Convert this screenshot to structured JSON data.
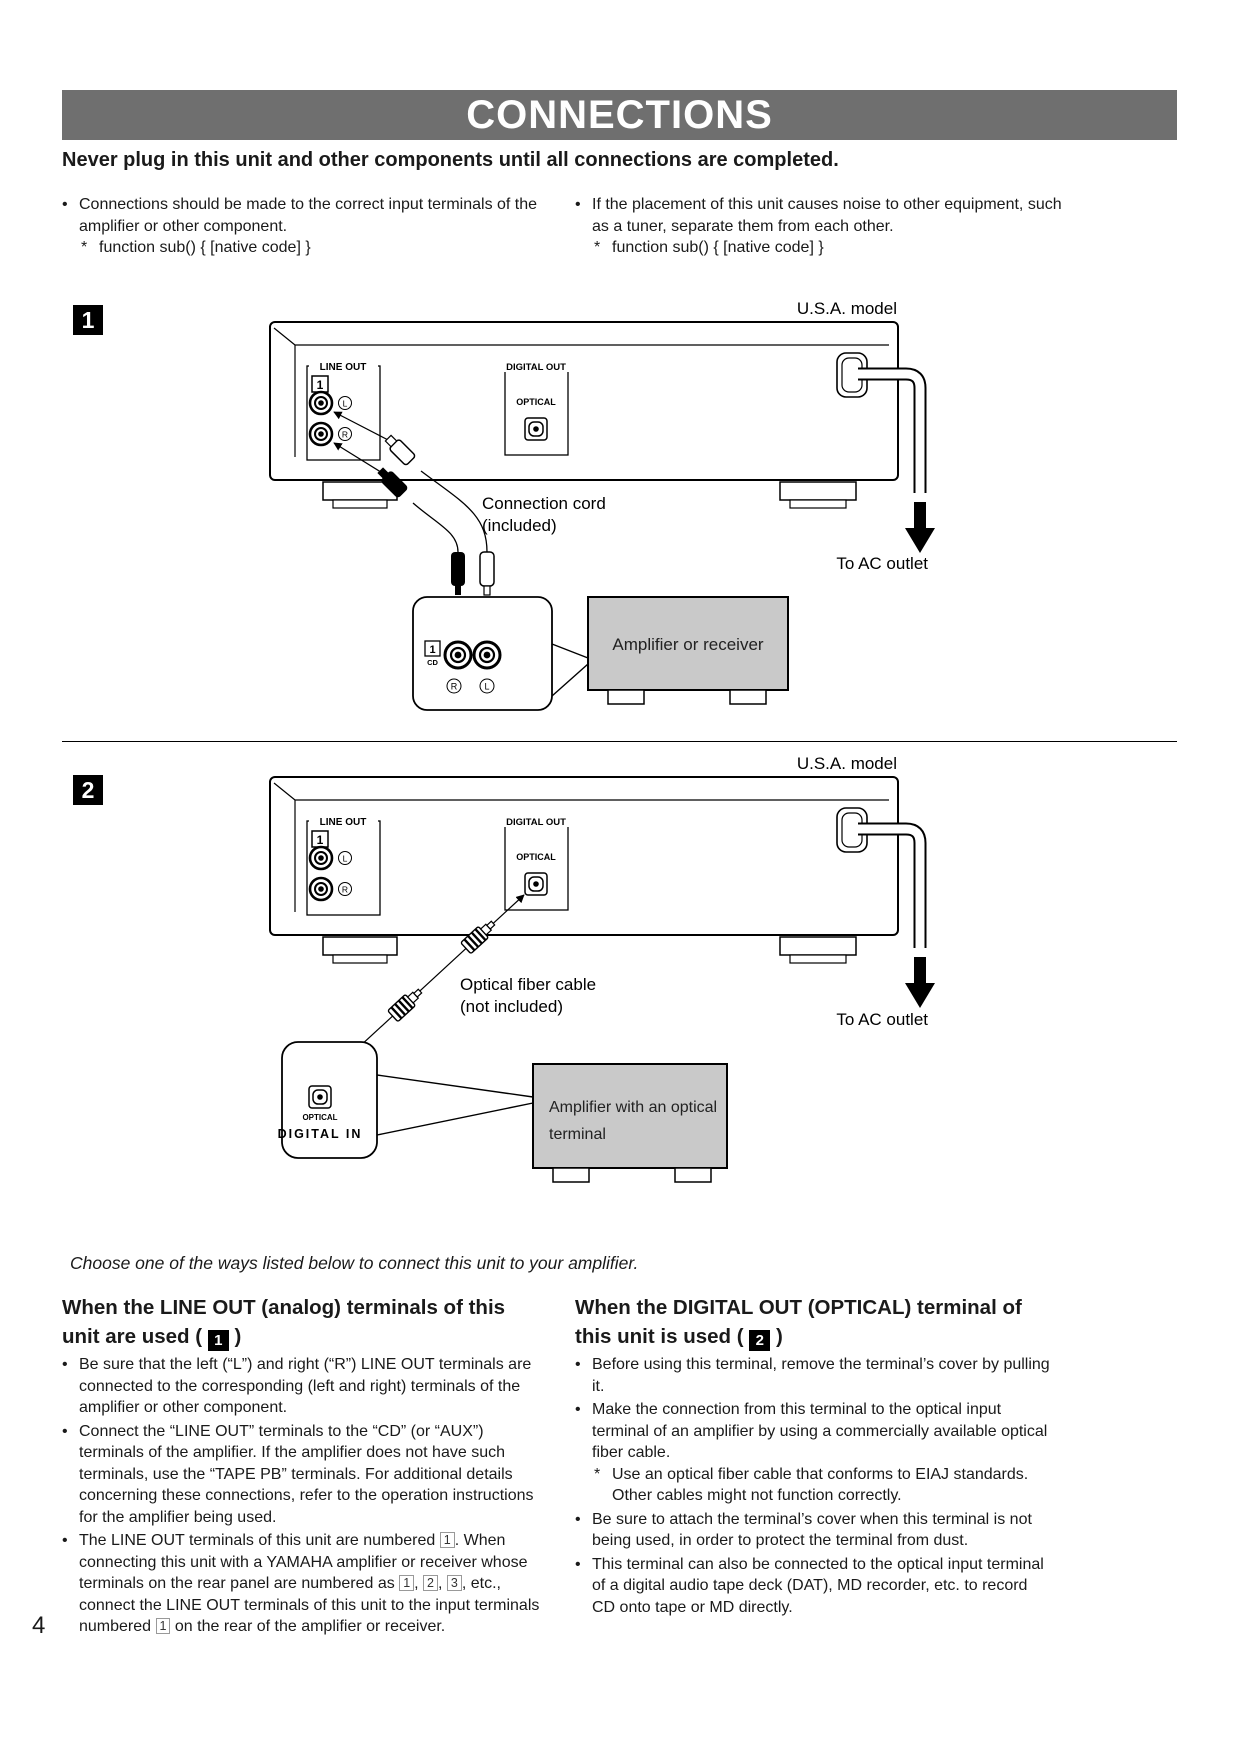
{
  "page_number": "4",
  "header": {
    "title": "CONNECTIONS",
    "warning": "Never plug in this unit and other components until all connections are completed.",
    "intro_bullets": [
      "Connections should be made to the correct input terminals of the amplifier or other component.",
      "If the placement of this unit causes noise to other equipment, such as a tuner, separate them from each other."
    ]
  },
  "diagram1": {
    "step_number": "1",
    "model_label": "U.S.A. model",
    "rear_panel": {
      "line_out_label": "LINE OUT",
      "line_out_number": "1",
      "left_jack_label": "L",
      "right_jack_label": "R",
      "digital_out_label": "DIGITAL OUT",
      "optical_label": "OPTICAL"
    },
    "connection_cord_label": [
      "Connection cord",
      "(included)"
    ],
    "ac_outlet_label": "To AC outlet",
    "amplifier_input": {
      "number": "1",
      "source_label": "CD",
      "right_label": "R",
      "left_label": "L"
    },
    "amplifier_box_label": "Amplifier or receiver"
  },
  "diagram2": {
    "step_number": "2",
    "model_label": "U.S.A. model",
    "rear_panel": {
      "line_out_label": "LINE OUT",
      "line_out_number": "1",
      "left_jack_label": "L",
      "right_jack_label": "R",
      "digital_out_label": "DIGITAL OUT",
      "optical_label": "OPTICAL"
    },
    "optical_cable_label": [
      "Optical fiber cable",
      "(not included)"
    ],
    "ac_outlet_label": "To AC outlet",
    "digital_in": {
      "optical_label": "OPTICAL",
      "label": "DIGITAL IN"
    },
    "amplifier_box_label": [
      "Amplifier with an optical",
      "terminal"
    ]
  },
  "choose_line": "Choose one of the ways listed below to connect this unit to your amplifier.",
  "sections": {
    "left": {
      "heading_line1": "When the LINE OUT (analog) terminals of this",
      "heading_line2_pre": "unit are used  (",
      "heading_badge": "1",
      "heading_close": ")",
      "bullets": [
        {
          "text": "Be sure that the left (“L”) and right (“R”) LINE OUT terminals are connected to the corresponding (left and right) terminals of the amplifier or other component."
        },
        {
          "text": "Connect the “LINE OUT” terminals to the “CD” (or “AUX”) terminals of the amplifier.  If the amplifier does not have such terminals, use the “TAPE PB” terminals.  For additional details concerning these connections, refer to the operation instructions for the amplifier being used."
        },
        {
          "text": "The LINE OUT terminals of this unit are numbered [1]. When connecting this unit with a YAMAHA amplifier or receiver whose terminals on the rear panel are numbered as [1], [2], [3], etc., connect the LINE OUT terminals of this unit to the input terminals numbered [1] on the rear of the amplifier or receiver."
        }
      ]
    },
    "right": {
      "heading_line1": "When the DIGITAL OUT (OPTICAL) terminal of",
      "heading_line2_pre": "this unit is used  (",
      "heading_badge": "2",
      "heading_close": ")",
      "bullets": [
        {
          "text": "Before using this terminal, remove the terminal’s cover by pulling it."
        },
        {
          "text": "Make the connection from this terminal to the optical input terminal of an amplifier by using a commercially available optical fiber cable.",
          "sub": "Use an optical fiber cable that conforms to EIAJ standards. Other cables might not function correctly."
        },
        {
          "text": "Be sure to attach the terminal’s cover when this terminal is not being used, in order to protect the terminal from dust."
        },
        {
          "text": "This terminal can also be connected to the optical input terminal of a digital audio tape deck (DAT), MD recorder, etc. to record CD onto tape or MD directly."
        }
      ]
    }
  },
  "colors": {
    "title_bar_bg": "#6f6f6f",
    "title_bar_fg": "#ffffff",
    "amplifier_box_bg": "#c9c9c9"
  }
}
